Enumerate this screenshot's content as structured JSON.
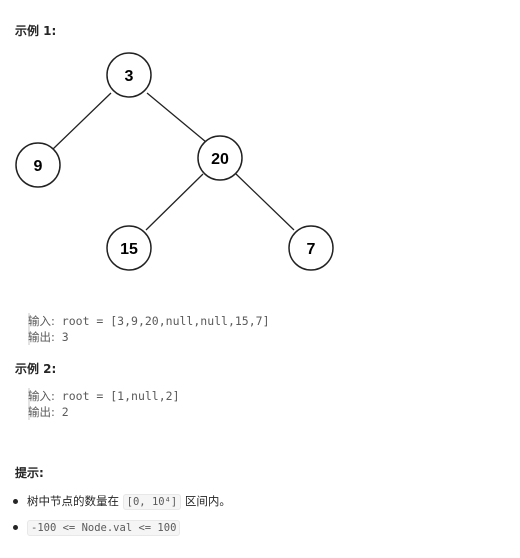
{
  "example1": {
    "title": "示例 1:",
    "tree_nodes": [
      "3",
      "9",
      "20",
      "15",
      "7"
    ],
    "input_label": "输入:",
    "input_value": " root = [3,9,20,null,null,15,7]",
    "output_label": "输出:",
    "output_value": " 3"
  },
  "example2": {
    "title": "示例 2:",
    "input_label": "输入:",
    "input_value": " root = [1,null,2]",
    "output_label": "输出:",
    "output_value": " 2"
  },
  "hints": {
    "title": "提示:",
    "item1_prefix": "树中节点的数量在 ",
    "item1_code": "[0, 10⁴]",
    "item1_suffix": " 区间内。",
    "item2_code": "-100 <= Node.val <= 100"
  }
}
